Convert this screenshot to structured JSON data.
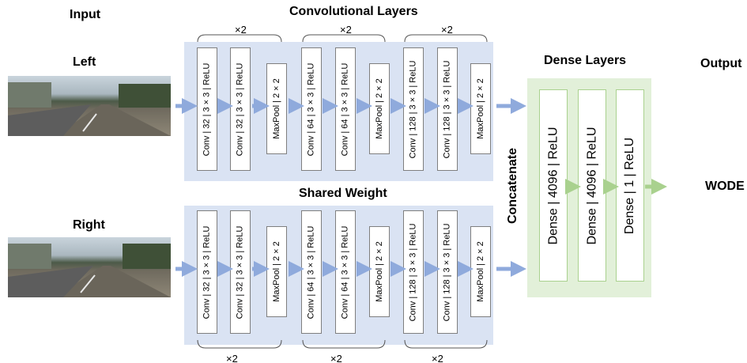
{
  "labels": {
    "input": "Input",
    "conv_title": "Convolutional Layers",
    "shared": "Shared Weight",
    "dense_title": "Dense Layers",
    "output": "Output",
    "left": "Left",
    "right": "Right",
    "concatenate": "Concatenate",
    "wode": "WODE",
    "repeat": "×2"
  },
  "conv_layers": [
    "Conv | 32 | 3 × 3 | ReLU",
    "Conv | 32 | 3 × 3 | ReLU",
    "MaxPool | 2 × 2",
    "Conv | 64 | 3 × 3 | ReLU",
    "Conv | 64 | 3 × 3 | ReLU",
    "MaxPool | 2 × 2",
    "Conv | 128 | 3 × 3 | ReLU",
    "Conv | 128 | 3 × 3 | ReLU",
    "MaxPool | 2 × 2"
  ],
  "dense_layers": [
    "Dense | 4096 | ReLU",
    "Dense | 4096 | ReLU",
    "Dense | 1 | ReLU"
  ],
  "colors": {
    "conv_panel": "#dae3f3",
    "dense_panel": "#e2f0d9",
    "blue_arrow": "#8faadc",
    "green_arrow": "#a9d18e"
  }
}
